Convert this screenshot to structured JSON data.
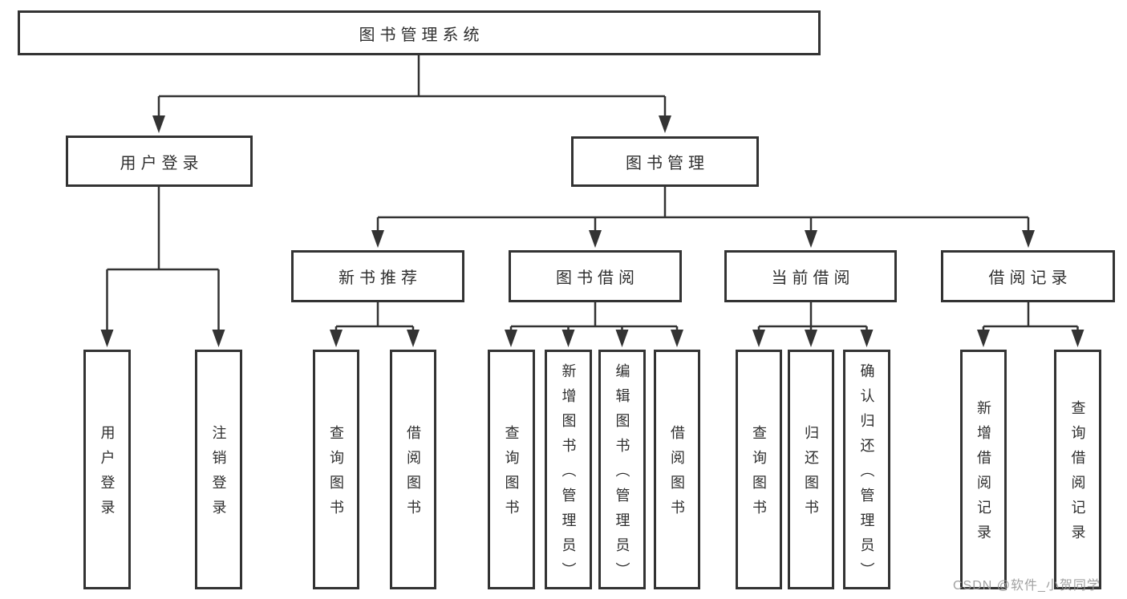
{
  "root": {
    "label": "图书管理系统"
  },
  "user_login": {
    "label": "用户登录",
    "children": [
      {
        "label": "用户登录"
      },
      {
        "label": "注销登录"
      }
    ]
  },
  "book_mgmt": {
    "label": "图书管理",
    "sections": [
      {
        "label": "新书推荐",
        "children": [
          {
            "label": "查询图书"
          },
          {
            "label": "借阅图书"
          }
        ]
      },
      {
        "label": "图书借阅",
        "children": [
          {
            "label": "查询图书"
          },
          {
            "label": "新增图书（管理员）"
          },
          {
            "label": "编辑图书（管理员）"
          },
          {
            "label": "借阅图书"
          }
        ]
      },
      {
        "label": "当前借阅",
        "children": [
          {
            "label": "查询图书"
          },
          {
            "label": "归还图书"
          },
          {
            "label": "确认归还（管理员）"
          }
        ]
      },
      {
        "label": "借阅记录",
        "children": [
          {
            "label": "新增借阅记录"
          },
          {
            "label": "查询借阅记录"
          }
        ]
      }
    ]
  },
  "watermark": "CSDN @软件_小贺同学",
  "colors": {
    "line": "#333333",
    "border": "#333333",
    "text": "#2f2f2f",
    "background": "#ffffff",
    "watermark": "#9a9a9a"
  }
}
